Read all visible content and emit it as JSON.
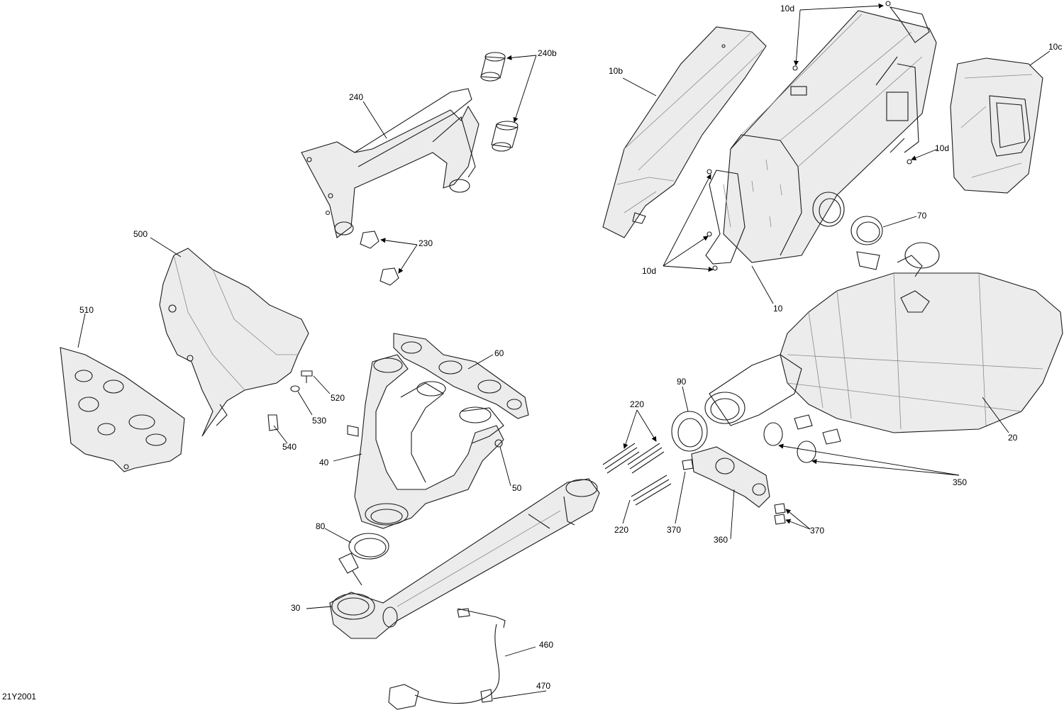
{
  "figure_code": "21Y2001",
  "callouts": {
    "c10d_top": "10d",
    "c10b": "10b",
    "c10c": "10c",
    "c10d_right": "10d",
    "c10d_bottom": "10d",
    "c10": "10",
    "c240b": "240b",
    "c240": "240",
    "c230": "230",
    "c500": "500",
    "c510": "510",
    "c520": "520",
    "c530": "530",
    "c540": "540",
    "c60": "60",
    "c40": "40",
    "c50": "50",
    "c80": "80",
    "c30": "30",
    "c460": "460",
    "c470": "470",
    "c70": "70",
    "c20": "20",
    "c90": "90",
    "c220_top": "220",
    "c220_bottom": "220",
    "c370_left": "370",
    "c370_right": "370",
    "c360": "360",
    "c350": "350"
  }
}
